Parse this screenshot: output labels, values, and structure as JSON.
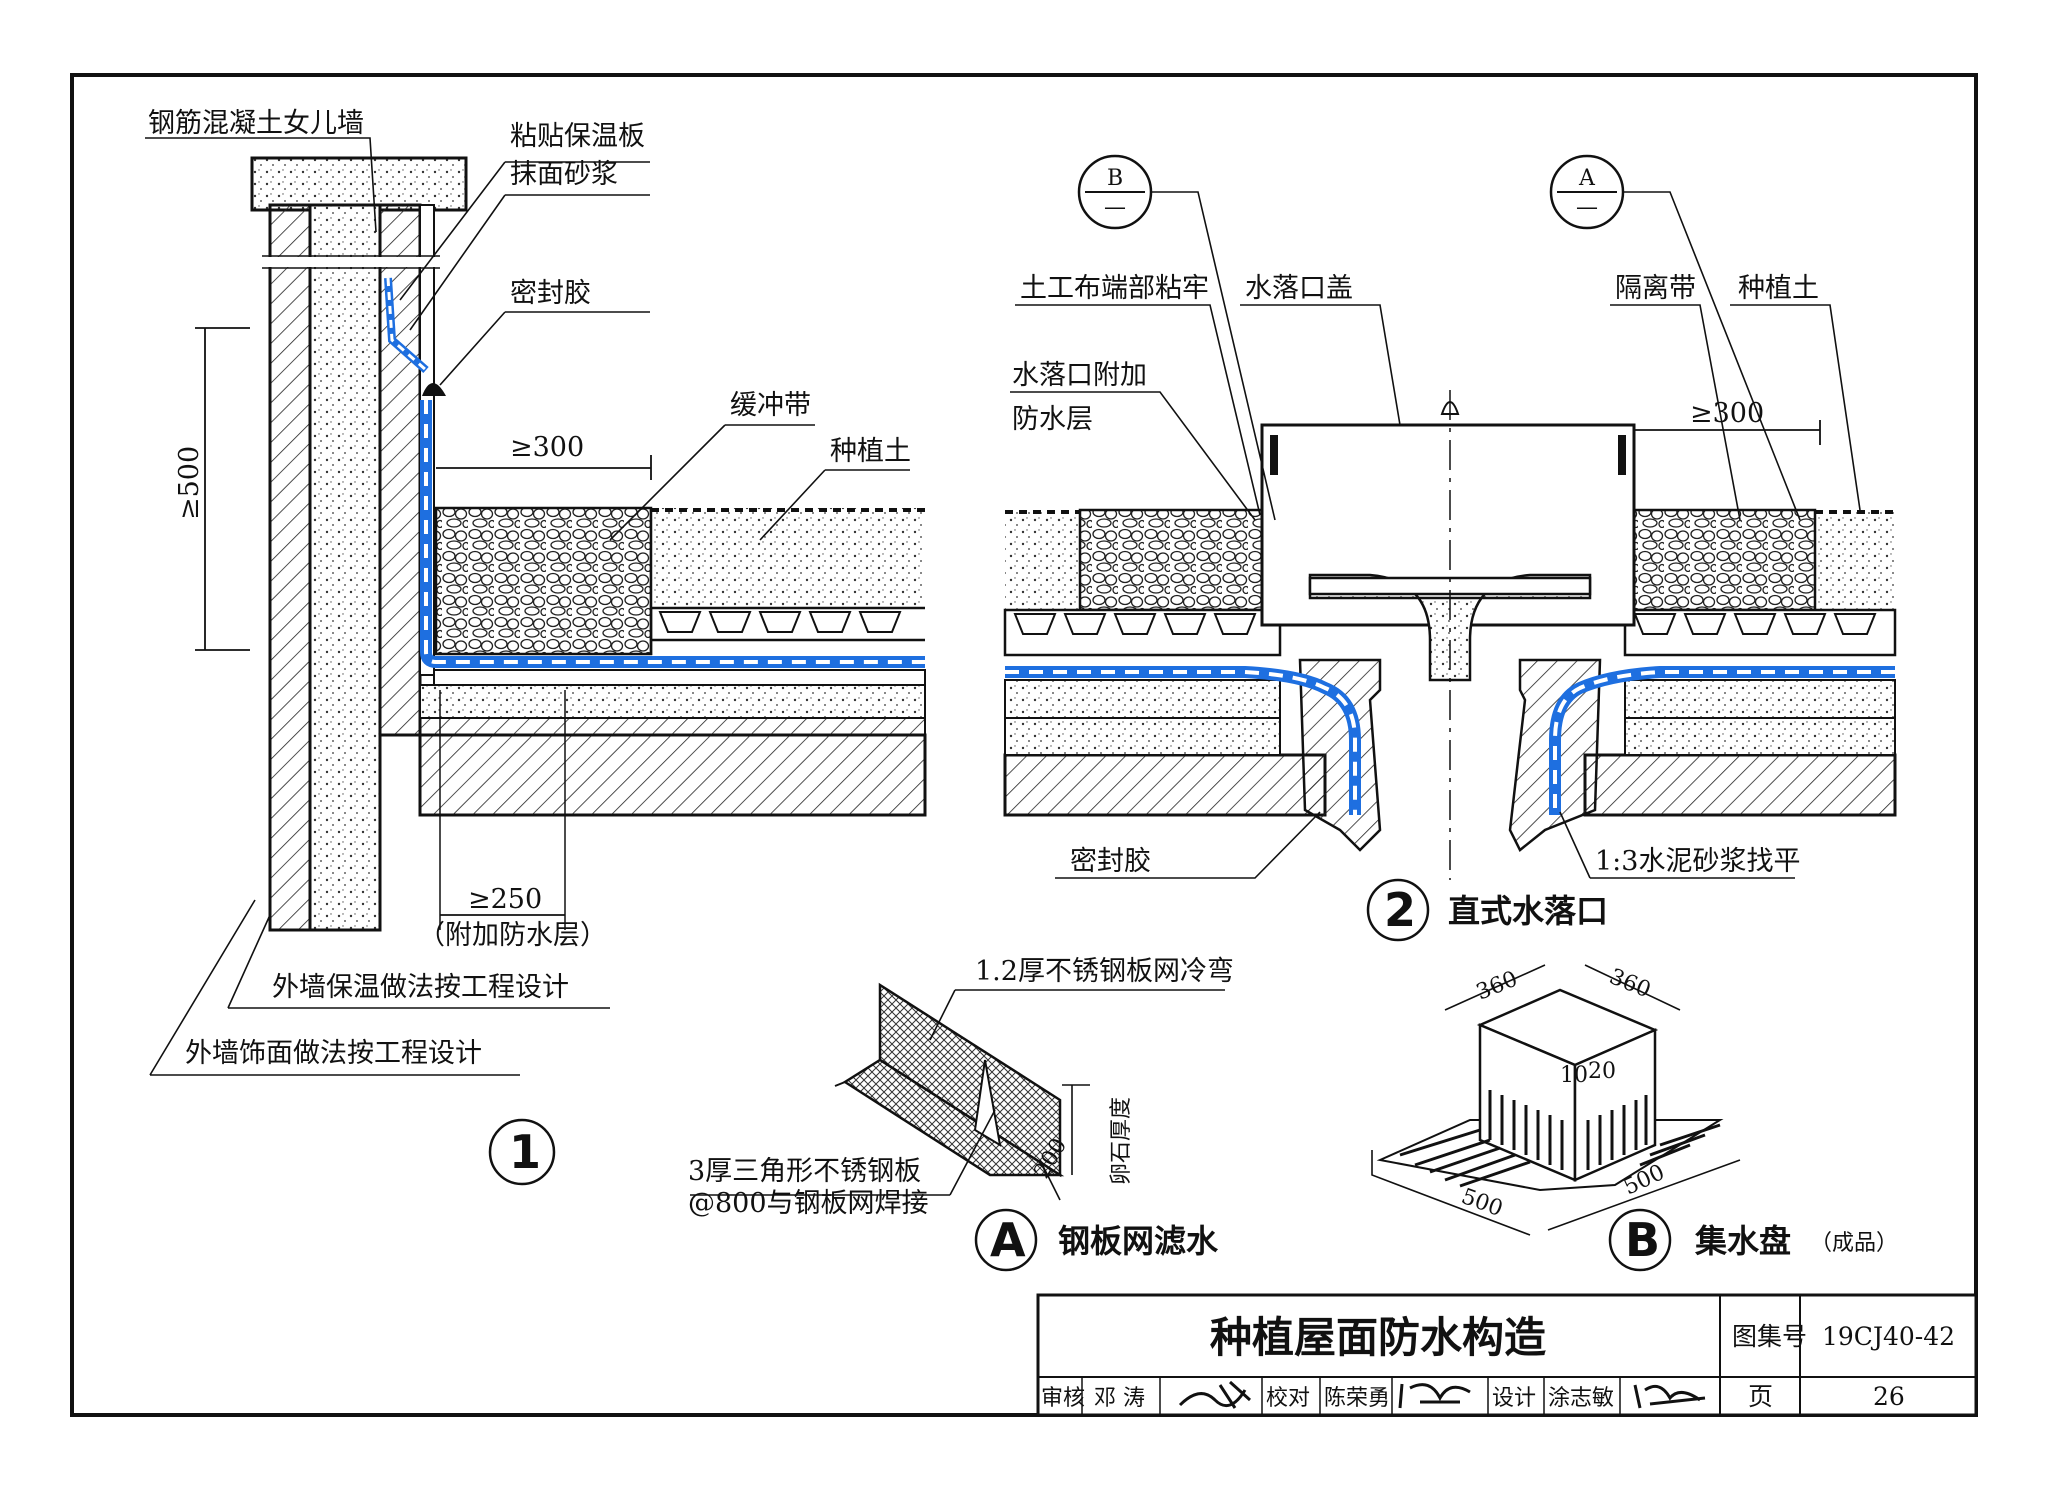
{
  "title_block": {
    "title": "种植屋面防水构造",
    "atlas_label": "图集号",
    "atlas_no": "19CJ40-42",
    "page_label": "页",
    "page_no": "26",
    "review_label": "审核",
    "review_name": "邓 涛",
    "check_label": "校对",
    "check_name": "陈荣勇",
    "design_label": "设计",
    "design_name": "涂志敏"
  },
  "detail1": {
    "number": "1",
    "labels": {
      "parapet": "钢筋混凝土女儿墙",
      "insulation_board": "粘贴保温板",
      "plaster": "抹面砂浆",
      "sealant": "密封胶",
      "buffer": "缓冲带",
      "soil": "种植土",
      "dim_ge500": "≥500",
      "dim_ge300": "≥300",
      "dim_ge250": "≥250",
      "extra_layer": "（附加防水层）",
      "ext_insulation": "外墙保温做法按工程设计",
      "ext_finish": "外墙饰面做法按工程设计"
    }
  },
  "detail2": {
    "number": "2",
    "caption": "直式水落口",
    "labels": {
      "ref_b": "B",
      "ref_a": "A",
      "ref_dash": "—",
      "geotextile": "土工布端部粘牢",
      "drain_cover": "水落口盖",
      "isolation": "隔离带",
      "soil": "种植土",
      "drain_extra_1": "水落口附加",
      "drain_extra_2": "防水层",
      "dim_ge300": "≥300",
      "sealant": "密封胶",
      "leveling": "1:3水泥砂浆找平"
    }
  },
  "detailA": {
    "letter": "A",
    "caption": "钢板网滤水",
    "labels": {
      "mesh": "1.2厚不锈钢板网冷弯",
      "triangle_1": "3厚三角形不锈钢板",
      "triangle_2": "@800与钢板网焊接",
      "dim_200": "200",
      "gravel": "卵石厚度"
    }
  },
  "detailB": {
    "letter": "B",
    "caption": "集水盘",
    "caption_note": "（成品）",
    "labels": {
      "dim_360a": "360",
      "dim_360b": "360",
      "dim_500a": "500",
      "dim_500b": "500",
      "dim_10": "10",
      "dim_20": "20"
    }
  },
  "colors": {
    "ink": "#111111",
    "membrane": "#1e6fe0",
    "background": "#ffffff"
  }
}
